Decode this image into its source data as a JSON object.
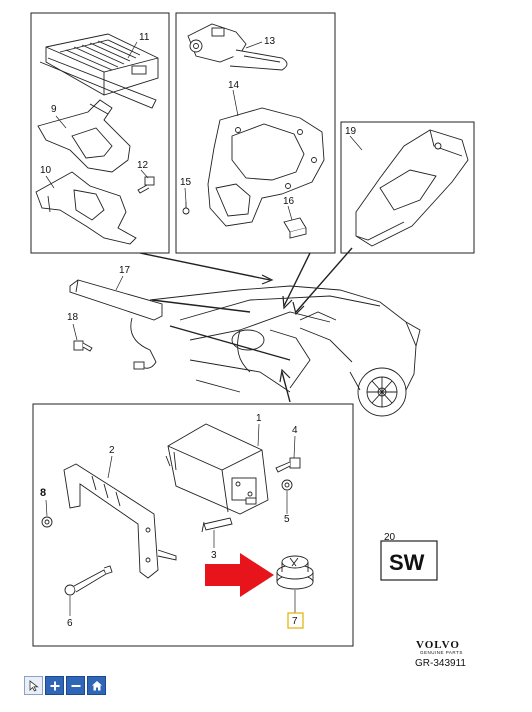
{
  "callouts": {
    "c1": "1",
    "c2": "2",
    "c3": "3",
    "c4": "4",
    "c5": "5",
    "c6": "6",
    "c7": "7",
    "c8": "8",
    "c9": "9",
    "c10": "10",
    "c11": "11",
    "c12": "12",
    "c13": "13",
    "c14": "14",
    "c15": "15",
    "c16": "16",
    "c17": "17",
    "c18": "18",
    "c19": "19",
    "c20": "20"
  },
  "sw_label": "SW",
  "brand": {
    "name": "VOLVO",
    "tagline": "GENUINE PARTS"
  },
  "reference": "GR-343911",
  "toolbar": {
    "buttons": [
      {
        "icon": "select-cursor-icon"
      },
      {
        "icon": "zoom-in-icon"
      },
      {
        "icon": "zoom-out-icon"
      },
      {
        "icon": "home-icon"
      }
    ]
  },
  "colors": {
    "highlight_arrow": "#e8141b",
    "highlight_box": "#e0b400",
    "toolbar_blue": "#2f66b8"
  }
}
